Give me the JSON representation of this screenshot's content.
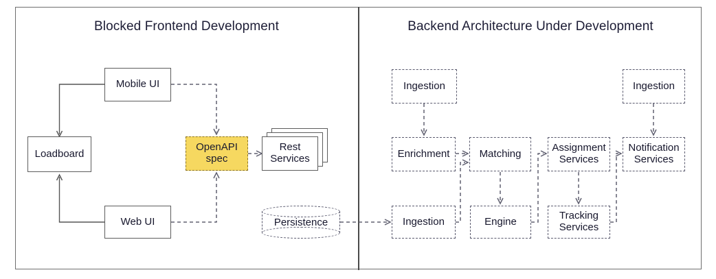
{
  "diagram": {
    "title_left": "Blocked Frontend Development",
    "title_right": "Backend Architecture Under Development",
    "accent_color": "#f6d860",
    "accent_border_color": "#8a7320",
    "line_color": "#555555",
    "dashed_line_color": "#606070"
  },
  "left_panel": {
    "title": "Blocked Frontend Development",
    "nodes": [
      {
        "id": "mobile-ui",
        "label": "Mobile UI",
        "style": "solid"
      },
      {
        "id": "loadboard",
        "label": "Loadboard",
        "style": "solid"
      },
      {
        "id": "web-ui",
        "label": "Web UI",
        "style": "solid"
      },
      {
        "id": "openapi-spec",
        "label": "OpenAPI spec",
        "label_line1": "OpenAPI",
        "label_line2": "spec",
        "style": "accent"
      },
      {
        "id": "rest-services",
        "label": "Rest Services",
        "label_line1": "Rest",
        "label_line2": "Services",
        "style": "stack"
      },
      {
        "id": "persistence",
        "label": "Persistence",
        "style": "cylinder"
      }
    ],
    "edges": [
      {
        "from": "mobile-ui",
        "to": "loadboard",
        "style": "solid"
      },
      {
        "from": "loadboard",
        "to": "web-ui",
        "style": "solid"
      },
      {
        "from": "mobile-ui",
        "to": "openapi-spec",
        "style": "dashed"
      },
      {
        "from": "web-ui",
        "to": "openapi-spec",
        "style": "dashed"
      },
      {
        "from": "openapi-spec",
        "to": "rest-services",
        "style": "dashed"
      },
      {
        "from": "persistence",
        "to": "ingestion-bottom",
        "style": "dashed"
      }
    ]
  },
  "right_panel": {
    "title": "Backend Architecture Under Development",
    "nodes": [
      {
        "id": "ingestion-top-left",
        "label": "Ingestion",
        "style": "dashed"
      },
      {
        "id": "ingestion-top-right",
        "label": "Ingestion",
        "style": "dashed"
      },
      {
        "id": "enrichment",
        "label": "Enrichment",
        "style": "dashed"
      },
      {
        "id": "matching",
        "label": "Matching",
        "style": "dashed"
      },
      {
        "id": "assignment-services",
        "label": "Assignment Services",
        "label_line1": "Assignment",
        "label_line2": "Services",
        "style": "dashed"
      },
      {
        "id": "notification-services",
        "label": "Notification Services",
        "label_line1": "Notification",
        "label_line2": "Services",
        "style": "dashed"
      },
      {
        "id": "ingestion-bottom",
        "label": "Ingestion",
        "style": "dashed"
      },
      {
        "id": "engine",
        "label": "Engine",
        "style": "dashed"
      },
      {
        "id": "tracking-services",
        "label": "Tracking Services",
        "label_line1": "Tracking",
        "label_line2": "Services",
        "style": "dashed"
      }
    ],
    "edges": [
      {
        "from": "ingestion-top-left",
        "to": "enrichment",
        "style": "dashed"
      },
      {
        "from": "ingestion-top-right",
        "to": "notification-services",
        "style": "dashed"
      },
      {
        "from": "enrichment",
        "to": "matching",
        "style": "dashed"
      },
      {
        "from": "ingestion-bottom",
        "to": "matching",
        "style": "dashed"
      },
      {
        "from": "matching",
        "to": "engine",
        "style": "dashed"
      },
      {
        "from": "engine",
        "to": "assignment-services",
        "style": "dashed"
      },
      {
        "from": "assignment-services",
        "to": "tracking-services",
        "style": "dashed"
      },
      {
        "from": "tracking-services",
        "to": "notification-services",
        "style": "dashed"
      }
    ]
  }
}
